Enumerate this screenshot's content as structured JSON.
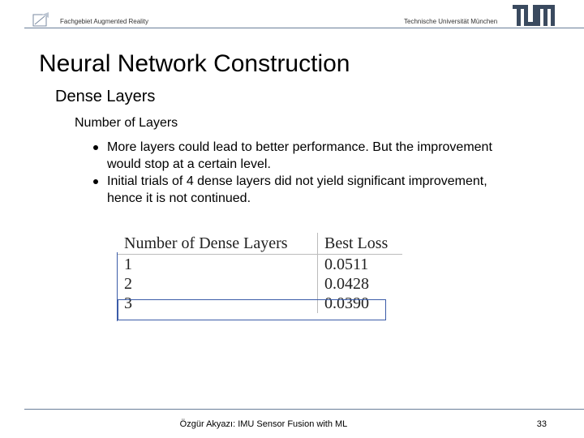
{
  "header": {
    "left_label": "Fachgebiet Augmented Reality",
    "right_label": "Technische Universität München",
    "logo_text": "TUM"
  },
  "slide": {
    "title": "Neural Network Construction",
    "subtitle": "Dense Layers",
    "section_heading": "Number of Layers",
    "bullets": [
      "More layers could lead to better performance. But the improvement would stop at a certain level.",
      "Initial trials of 4 dense layers did not yield significant improvement, hence it is not continued."
    ]
  },
  "table": {
    "headers": [
      "Number of Dense Layers",
      "Best Loss"
    ],
    "rows": [
      [
        "1",
        "0.0511"
      ],
      [
        "2",
        "0.0428"
      ],
      [
        "3",
        "0.0390"
      ]
    ],
    "highlight_row_index": 2
  },
  "footer": {
    "text": "Özgür Akyazı: IMU Sensor Fusion with ML",
    "page_number": "33"
  },
  "colors": {
    "rule": "#6a7f99",
    "highlight": "#3b5ca8",
    "logo": "#3070b3"
  }
}
